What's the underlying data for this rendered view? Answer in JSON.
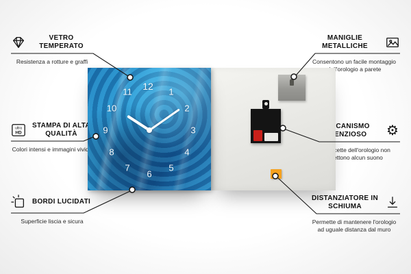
{
  "product": {
    "numbers": [
      "1",
      "2",
      "3",
      "4",
      "5",
      "6",
      "7",
      "8",
      "9",
      "10",
      "11",
      "12"
    ]
  },
  "colors": {
    "clock_blue": "#2f9fd8",
    "foam_orange": "#f6a21e",
    "battery_red": "#c8201a"
  },
  "icons": {
    "ultra_hd_line1": "ultra",
    "ultra_hd_line2": "HD",
    "gear_glyph": "⚙"
  },
  "callouts": {
    "left": [
      {
        "title": "Vetro temperato",
        "description": "Resistenza a rotture e graffi",
        "icon": "diamond-icon"
      },
      {
        "title": "Stampa di alta qualità",
        "description": "Colori intensi e immagini vivide",
        "icon": "ultra-hd-icon"
      },
      {
        "title": "Bordi lucidati",
        "description": "Superficie liscia e sicura",
        "icon": "polished-edge-icon"
      }
    ],
    "right": [
      {
        "title": "Maniglie metalliche",
        "description": "Consentono un facile montaggio dell'orologio a parete",
        "icon": "picture-frame-icon"
      },
      {
        "title": "Meccanismo silenzioso",
        "description": "Le lancette dell'orologio non emettono alcun suono",
        "icon": "gear-icon"
      },
      {
        "title": "Distanziatore in schiuma",
        "description": "Permette di mantenere l'orologio ad uguale distanza dal muro",
        "icon": "arrow-down-icon"
      }
    ]
  }
}
